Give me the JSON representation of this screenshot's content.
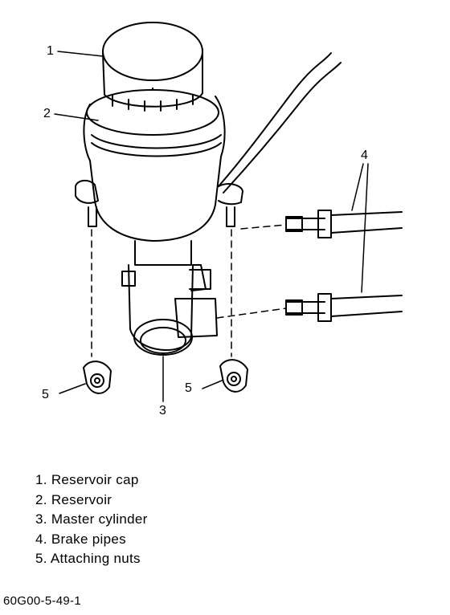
{
  "callouts": {
    "c1": "1",
    "c2": "2",
    "c3": "3",
    "c4": "4",
    "c5_left": "5",
    "c5_right": "5"
  },
  "legend": [
    {
      "num": "1.",
      "text": "Reservoir cap"
    },
    {
      "num": "2.",
      "text": "Reservoir"
    },
    {
      "num": "3.",
      "text": "Master cylinder"
    },
    {
      "num": "4.",
      "text": "Brake pipes"
    },
    {
      "num": "5.",
      "text": "Attaching nuts"
    }
  ],
  "figure_id": "60G00-5-49-1",
  "colors": {
    "ink": "#000000",
    "paper": "#ffffff"
  }
}
